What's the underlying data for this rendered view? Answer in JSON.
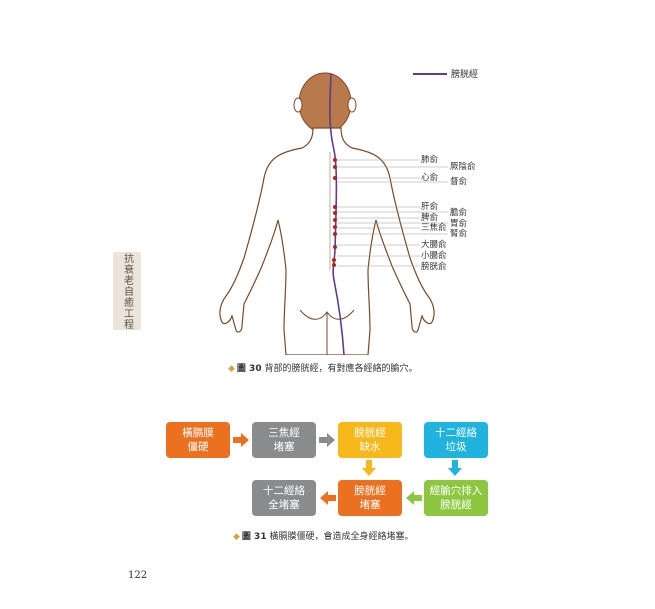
{
  "side_tab": "抗衰老自癒工程",
  "legend": {
    "label": "膀胱經",
    "color": "#5c3d8f"
  },
  "points_left": [
    "肺俞",
    "心俞",
    "肝俞",
    "脾俞",
    "三焦俞",
    "大腸俞",
    "小腸俞",
    "膀胱俞"
  ],
  "points_right": [
    "厥陰俞",
    "督俞",
    "膽俞",
    "胃俞",
    "腎俞"
  ],
  "figure30": {
    "number": "圖 30",
    "caption": "背部的膀胱經，有對應各經絡的腧穴。"
  },
  "flow": {
    "box1": "橫膈膜\n僵硬",
    "box2": "三焦經\n堵塞",
    "box3": "膀胱經\n缺水",
    "box4": "十二經絡\n垃圾",
    "box5": "經腧穴排入\n膀胱經",
    "box6": "膀胱經\n堵塞",
    "box7": "十二經絡\n全堵塞"
  },
  "figure31": {
    "number": "圖 31",
    "caption": "橫膈膜僵硬，會造成全身經絡堵塞。"
  },
  "page_number": "122",
  "colors": {
    "orange": "#eb7121",
    "gray": "#8a8b8d",
    "yellow": "#f7b81c",
    "cyan": "#1fb3dd",
    "green": "#8dc63f",
    "skin": "#ffffff",
    "hair": "#b97a4b",
    "meridian": "#5c3d8f",
    "acupoint": "#b22222"
  }
}
